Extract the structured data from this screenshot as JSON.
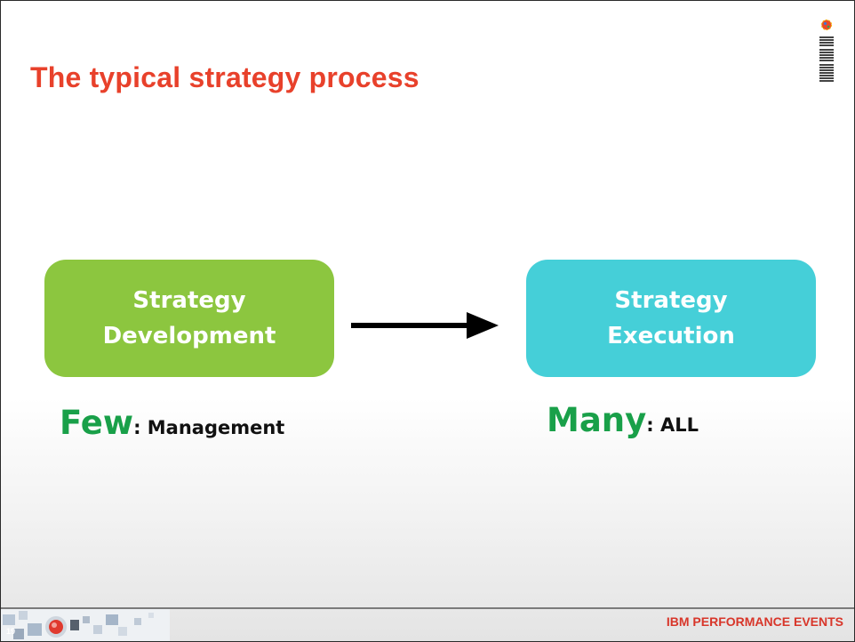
{
  "slide": {
    "title": "The typical strategy process",
    "page_number": "19",
    "footer": "IBM PERFORMANCE EVENTS"
  },
  "process": {
    "development_box": {
      "line1": "Strategy",
      "line2": "Development"
    },
    "execution_box": {
      "line1": "Strategy",
      "line2": "Execution"
    }
  },
  "captions": {
    "few": {
      "big": "Few",
      "small": ": Management"
    },
    "many": {
      "big": "Many",
      "small": ": ALL"
    }
  },
  "logo": {
    "text": "IBM"
  },
  "colors": {
    "title": "#e8412b",
    "development_box": "#8cc63f",
    "execution_box": "#45cfd8",
    "caption_accent": "#19a049",
    "footer_text": "#d8362a"
  },
  "icons": [
    "ibm-logo-icon",
    "globe-icon",
    "arrow-right-icon"
  ]
}
